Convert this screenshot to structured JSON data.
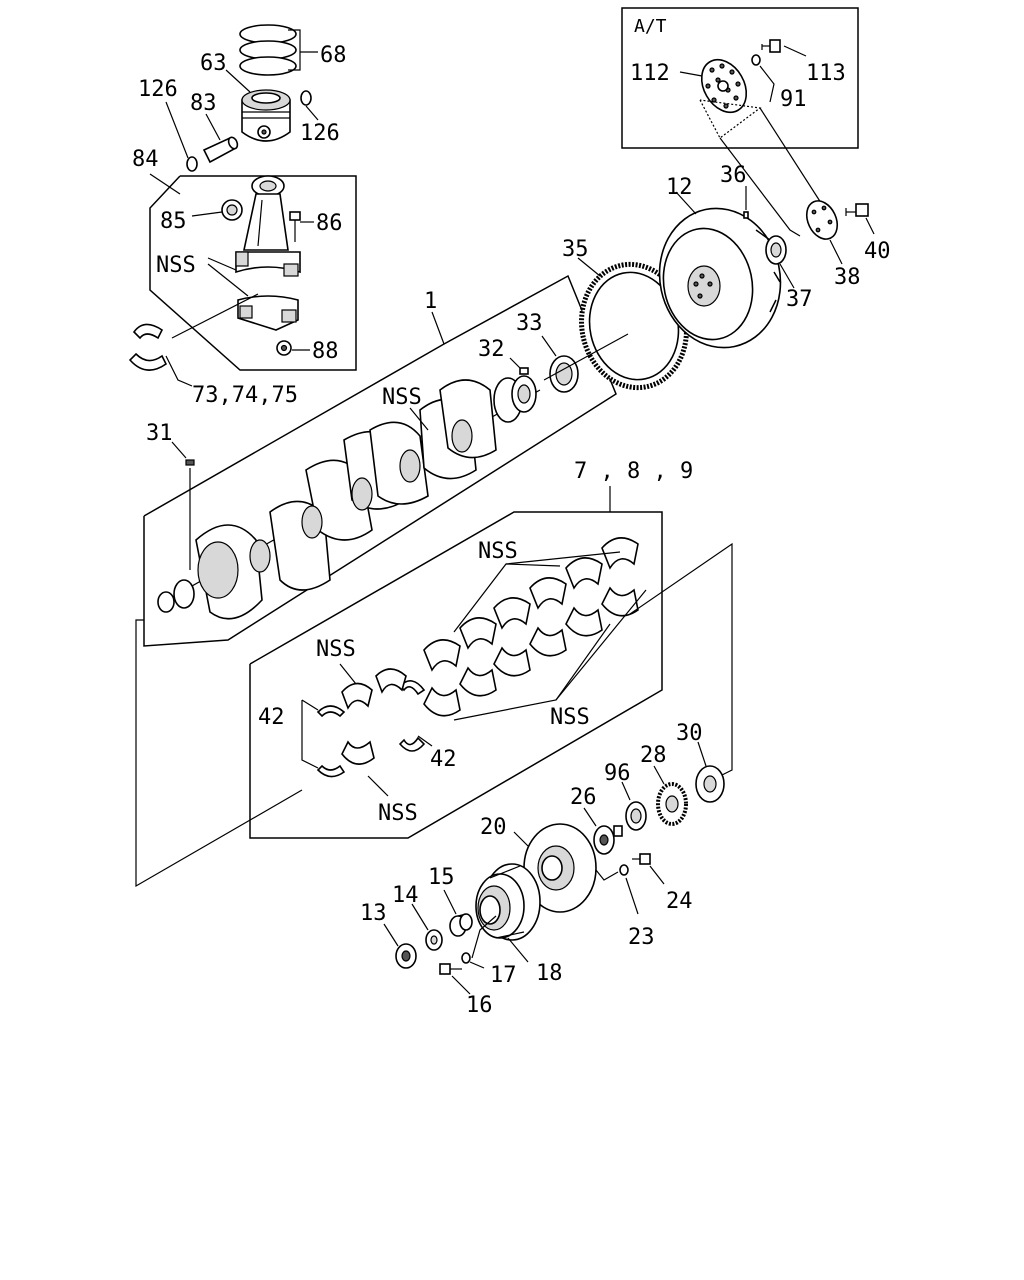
{
  "inset_box_label": "A/T",
  "labels": {
    "l_68": "68",
    "l_63": "63",
    "l_126a": "126",
    "l_83": "83",
    "l_126b": "126",
    "l_84": "84",
    "l_85": "85",
    "l_86": "86",
    "l_nss_rod": "NSS",
    "l_88": "88",
    "l_73": "73,74,75",
    "l_1": "1",
    "l_32": "32",
    "l_33": "33",
    "l_nss_crank": "NSS",
    "l_31": "31",
    "l_35": "35",
    "l_12": "12",
    "l_36": "36",
    "l_37": "37",
    "l_38": "38",
    "l_40": "40",
    "l_112": "112",
    "l_113": "113",
    "l_91": "91",
    "l_789": "7 , 8 , 9",
    "l_nss_top": "NSS",
    "l_nss_mid": "NSS",
    "l_nss_left": "NSS",
    "l_42a": "42",
    "l_42b": "42",
    "l_nss_bottom": "NSS",
    "l_30": "30",
    "l_28": "28",
    "l_96": "96",
    "l_26": "26",
    "l_20": "20",
    "l_24": "24",
    "l_23": "23",
    "l_15": "15",
    "l_14": "14",
    "l_13": "13",
    "l_17": "17",
    "l_18": "18",
    "l_16": "16"
  }
}
